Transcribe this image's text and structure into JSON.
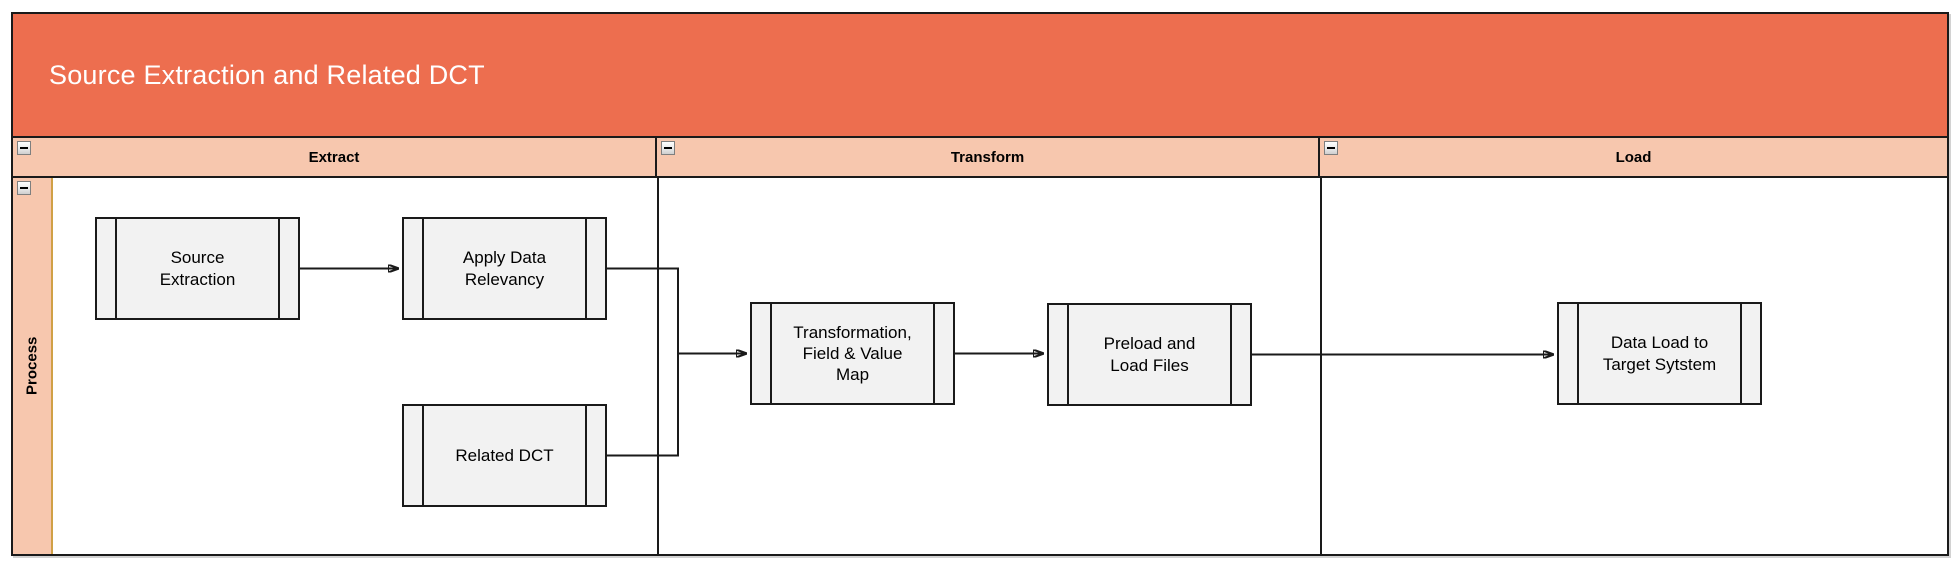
{
  "pool": {
    "title": "Source Extraction and Related DCT"
  },
  "lanes": [
    {
      "id": "extract",
      "label": "Extract"
    },
    {
      "id": "transform",
      "label": "Transform"
    },
    {
      "id": "load",
      "label": "Load"
    }
  ],
  "process_row": {
    "label": "Process"
  },
  "nodes": [
    {
      "id": "source-extraction",
      "label": "Source Extraction",
      "lane": "Extract"
    },
    {
      "id": "apply-data-relevancy",
      "label": "Apply Data Relevancy",
      "lane": "Extract"
    },
    {
      "id": "related-dct",
      "label": "Related DCT",
      "lane": "Extract"
    },
    {
      "id": "transformation-field-value-map",
      "label": "Transformation, Field & Value Map",
      "lane": "Transform"
    },
    {
      "id": "preload-and-load-files",
      "label": "Preload and Load Files",
      "lane": "Transform"
    },
    {
      "id": "data-load-to-target-system",
      "label": "Data Load to Target Sytstem",
      "lane": "Load"
    }
  ],
  "icons": {
    "collapse": "minus-icon"
  },
  "colors": {
    "title_bg": "#ed6e4f",
    "title_text": "#ffffff",
    "lane_header_bg": "#f7c7ae",
    "row_label_bg": "#f7c7ae",
    "row_divider": "#d0a045",
    "node_fill": "#f2f2f2",
    "stroke": "#1a1a1a"
  }
}
